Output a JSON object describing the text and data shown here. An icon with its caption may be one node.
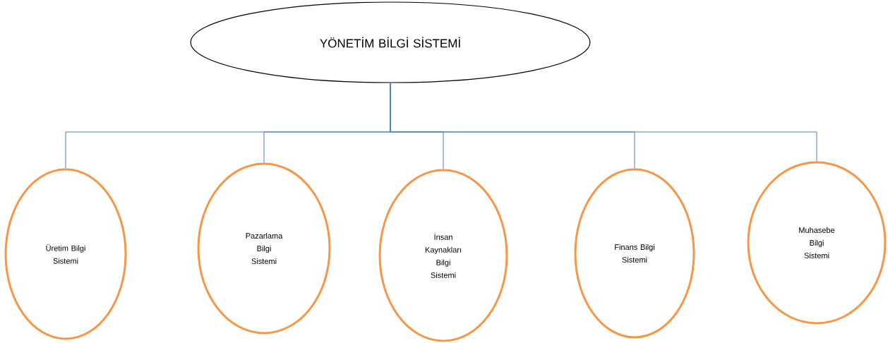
{
  "diagram": {
    "nodes": [
      {
        "text": [
          "YÖNETİM BİLGİ SİSTEMİ"
        ]
      },
      {
        "text": [
          "Üretim Bilgi Sistemi"
        ]
      },
      {
        "text": [
          "Pazarlama Bilgi Sistemi"
        ]
      },
      {
        "text": [
          "İnsan Kaynakları Bilgi Sistemi"
        ]
      },
      {
        "text": [
          "Finans Bilgi Sistemi"
        ]
      },
      {
        "text": [
          "Muhasebe Bilgi Sistemi"
        ]
      }
    ],
    "edges": [
      {
        "from": 0,
        "to": 1,
        "arrow": "none"
      },
      {
        "from": 0,
        "to": 2,
        "arrow": "none"
      },
      {
        "from": 0,
        "to": 3,
        "arrow": "none"
      },
      {
        "from": 0,
        "to": 4,
        "arrow": "none"
      },
      {
        "from": 0,
        "to": 5,
        "arrow": "none"
      }
    ]
  }
}
